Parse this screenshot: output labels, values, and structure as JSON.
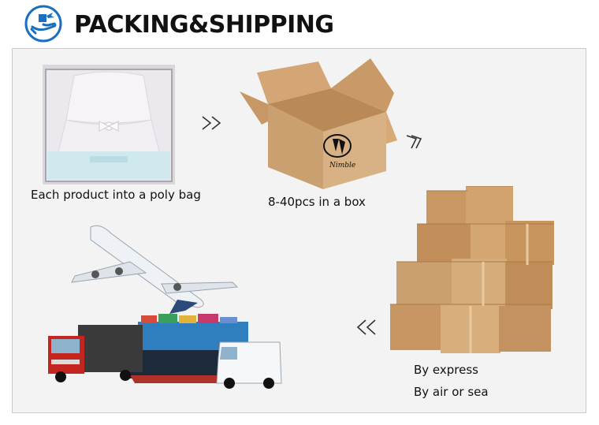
{
  "header": {
    "title": "PACKING&SHIPPING",
    "logo_icon": "globe-hand-plane-icon",
    "accent": "#1a6fc0"
  },
  "steps": [
    {
      "caption": "Each product into a poly bag",
      "image": "poly-bag-dress-image"
    },
    {
      "caption": "8-40pcs in a box",
      "image": "open-carton-box-image"
    },
    {
      "caption": "By express",
      "image": "stacked-cartons-image"
    },
    {
      "caption": "By air or sea",
      "image": "transport-vehicles-image"
    }
  ],
  "arrows": [
    "double-chevron-right-icon",
    "double-chevron-down-right-icon",
    "double-chevron-left-icon"
  ]
}
